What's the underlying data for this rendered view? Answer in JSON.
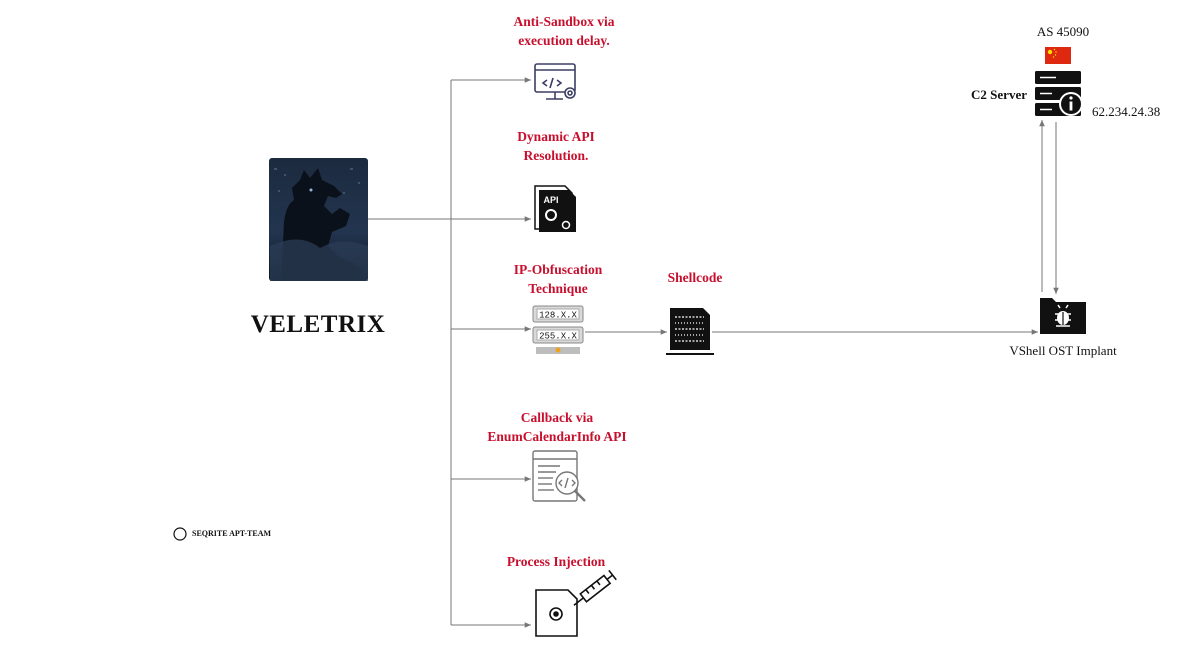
{
  "malware": {
    "name": "VELETRIX"
  },
  "techniques": [
    {
      "line1": "Anti-Sandbox via",
      "line2": "execution delay.",
      "icon": "monitor-code-gear-icon"
    },
    {
      "line1": "Dynamic API",
      "line2": "Resolution.",
      "icon": "api-document-gear-icon"
    },
    {
      "line1": "IP-Obfuscation",
      "line2": "Technique",
      "icon": "ip-server-rack-icon",
      "ip_top": "128.X.X",
      "ip_bottom": "255.X.X"
    },
    {
      "line1": "Callback via",
      "line2": "EnumCalendarInfo API",
      "icon": "code-magnifier-icon"
    },
    {
      "line1": "Process Injection",
      "line2": "",
      "icon": "syringe-document-gear-icon"
    }
  ],
  "shellcode": {
    "label": "Shellcode",
    "icon": "binary-document-icon"
  },
  "implant": {
    "label": "VShell OST Implant",
    "icon": "bug-folder-icon"
  },
  "c2": {
    "label": "C2 Server",
    "asn": "AS 45090",
    "ip": "62.234.24.38",
    "icon": "server-info-icon",
    "flag_icon": "china-flag-icon"
  },
  "copyright": {
    "symbol": "©",
    "text": "SEQRITE APT-TEAM"
  },
  "colors": {
    "accent": "#c8102e",
    "line": "#777777",
    "flag_red": "#de2910",
    "flag_star": "#ffde00"
  }
}
